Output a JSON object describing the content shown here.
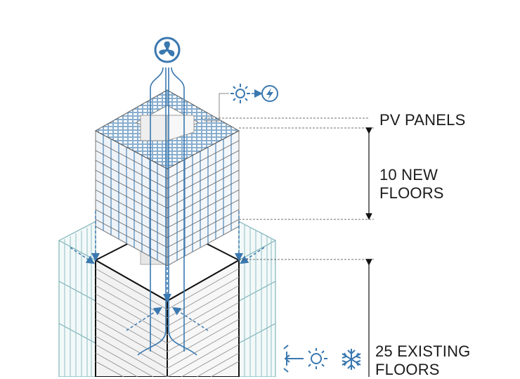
{
  "labels": {
    "pv_panels": "PV PANELS",
    "new_floors_line1": "10 NEW",
    "new_floors_line2": "FLOORS",
    "existing_floors_line1": "25 EXISTING",
    "existing_floors_line2": "FLOORS"
  },
  "icons": [
    "fan-icon",
    "sun-icon",
    "lightning-icon",
    "wind-sun-icon",
    "snowflake-icon"
  ],
  "colors": {
    "accent_blue": "#3a78b0",
    "glass_teal": "#7fb3b8",
    "outline": "#222222"
  }
}
